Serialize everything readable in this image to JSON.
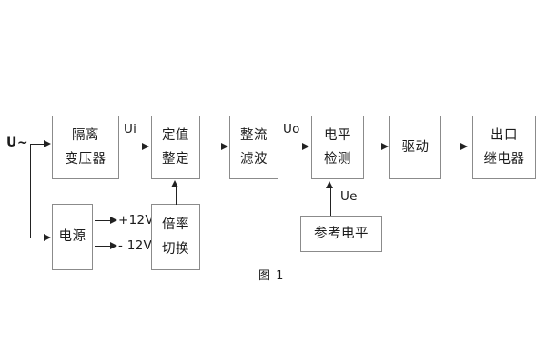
{
  "diagram": {
    "caption": "图 1",
    "source_label": "U~",
    "signal_labels": {
      "ui": "Ui",
      "uo": "Uo",
      "ue": "Ue"
    },
    "power_outputs": [
      {
        "name": "positive-12v",
        "label": "+12V"
      },
      {
        "name": "negative-12v",
        "label": "- 12V"
      }
    ],
    "blocks": [
      {
        "id": "isolation-transformer",
        "line1": "隔离",
        "line2": "变压器"
      },
      {
        "id": "power-supply",
        "line1": "电源",
        "line2": ""
      },
      {
        "id": "setting-value",
        "line1": "定值",
        "line2": "整定"
      },
      {
        "id": "multiplier-switch",
        "line1": "倍率",
        "line2": "切换"
      },
      {
        "id": "rectifier-filter",
        "line1": "整流",
        "line2": "滤波"
      },
      {
        "id": "level-detection",
        "line1": "电平",
        "line2": "检测"
      },
      {
        "id": "reference-level",
        "line1": "参考电平",
        "line2": ""
      },
      {
        "id": "driver",
        "line1": "驱动",
        "line2": ""
      },
      {
        "id": "output-relay",
        "line1": "出口",
        "line2": "继电器"
      }
    ]
  }
}
